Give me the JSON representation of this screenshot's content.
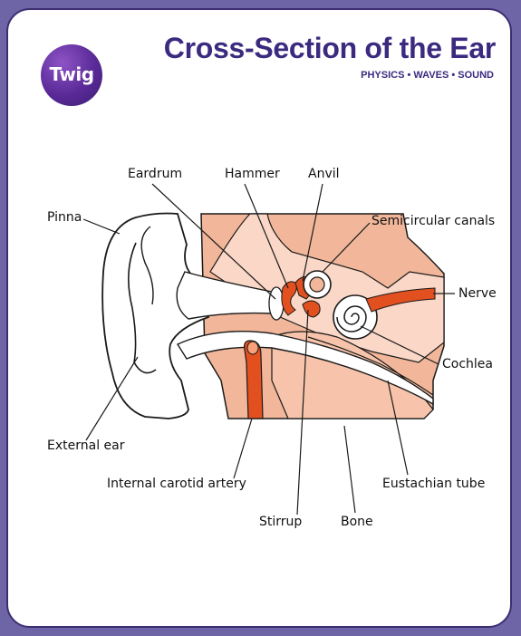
{
  "brand": {
    "logo_text": "Twig"
  },
  "header": {
    "title": "Cross-Section of the Ear",
    "subtitle": "PHYSICS • WAVES • SOUND"
  },
  "labels": {
    "eardrum": "Eardrum",
    "hammer": "Hammer",
    "anvil": "Anvil",
    "pinna": "Pinna",
    "semicircular_canals": "Semicircular canals",
    "nerve": "Nerve",
    "cochlea": "Cochlea",
    "external_ear": "External ear",
    "internal_carotid_artery": "Internal carotid artery",
    "eustachian_tube": "Eustachian tube",
    "stirrup": "Stirrup",
    "bone": "Bone"
  },
  "colors": {
    "frame_bg": "#6e65a6",
    "title": "#3c2a80",
    "tissue_dark": "#f2b79a",
    "tissue_light": "#fad7c6",
    "artery": "#e2501f"
  }
}
